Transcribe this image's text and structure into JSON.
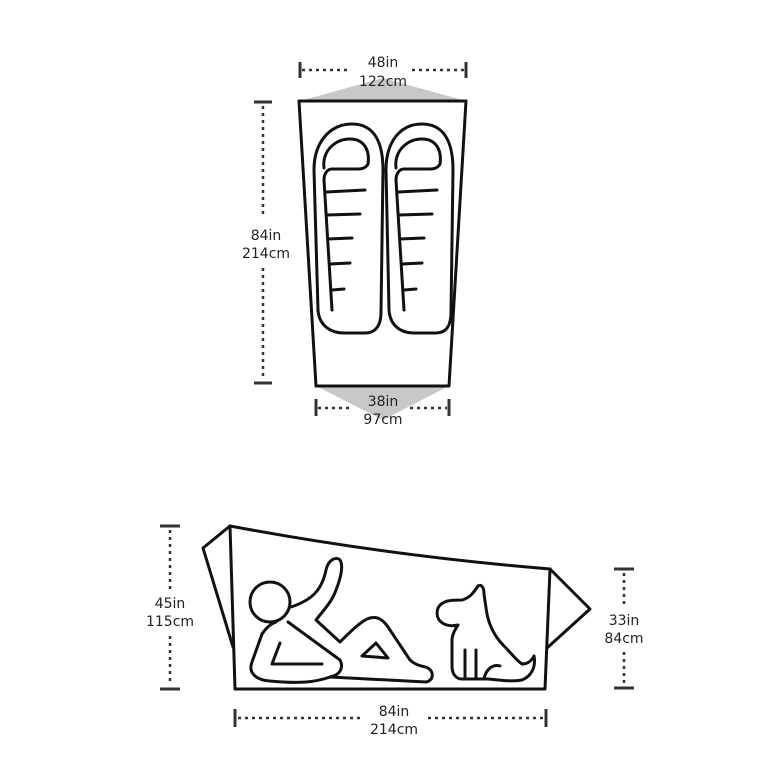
{
  "title": "Tent dimensions diagram",
  "colors": {
    "outline": "#111111",
    "dimension": "#333333",
    "shade": "#c8c8c8",
    "background": "#ffffff"
  },
  "floor_plan": {
    "top_width": {
      "in": "48in",
      "cm": "122cm"
    },
    "length": {
      "in": "84in",
      "cm": "214cm"
    },
    "bottom_width": {
      "in": "38in",
      "cm": "97cm"
    },
    "sleeping_bags": 2
  },
  "side_profile": {
    "head_height": {
      "in": "45in",
      "cm": "115cm"
    },
    "foot_height": {
      "in": "33in",
      "cm": "84cm"
    },
    "length": {
      "in": "84in",
      "cm": "214cm"
    },
    "occupants": [
      "person",
      "dog"
    ]
  }
}
